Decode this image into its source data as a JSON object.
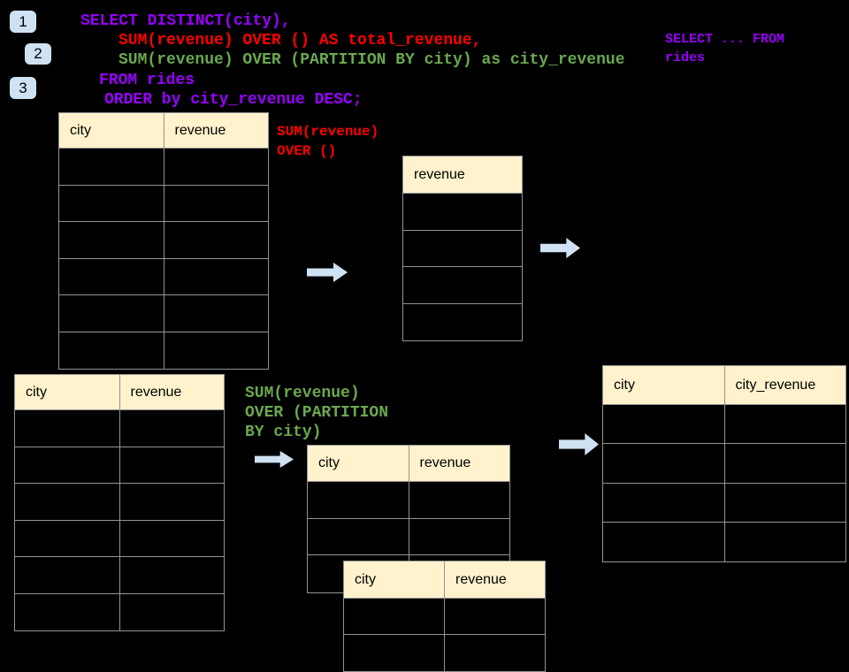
{
  "badges": [
    {
      "label": "1"
    },
    {
      "label": "2"
    },
    {
      "label": "3"
    }
  ],
  "code": {
    "lines": [
      {
        "text": "SELECT DISTINCT(city),",
        "color": "purple"
      },
      {
        "text": "SUM(revenue) OVER () AS total_revenue,",
        "color": "red"
      },
      {
        "text": "SUM(revenue) OVER (PARTITION BY city) as city_revenue",
        "color": "green"
      },
      {
        "text": "FROM rides",
        "color": "purple"
      },
      {
        "text": "ORDER by city_revenue DESC;",
        "color": "purple"
      }
    ]
  },
  "side_note": {
    "lines": [
      {
        "text": "SELECT ... FROM"
      },
      {
        "text": "rides"
      }
    ],
    "color": "purple"
  },
  "annotations": {
    "total_revenue": {
      "lines": [
        {
          "text": "SUM(revenue)"
        },
        {
          "text": "OVER ()"
        }
      ],
      "color": "red"
    },
    "partition": {
      "lines": [
        {
          "text": "SUM(revenue)"
        },
        {
          "text": "OVER (PARTITION"
        },
        {
          "text": "BY city)"
        }
      ],
      "color": "green"
    }
  },
  "tables": {
    "source_top": {
      "headers": [
        "city",
        "revenue"
      ],
      "rows": 6
    },
    "total_result": {
      "headers": [
        "revenue"
      ],
      "rows": 4
    },
    "source_bottom": {
      "headers": [
        "city",
        "revenue"
      ],
      "rows": 6
    },
    "partition_mid": {
      "headers": [
        "city",
        "revenue"
      ],
      "rows": 3
    },
    "partition_overlay": {
      "headers": [
        "city",
        "revenue"
      ],
      "rows": 2
    },
    "result_right": {
      "headers": [
        "city",
        "city_revenue"
      ],
      "rows": 4
    }
  },
  "colors": {
    "purple": "#9900ff",
    "red": "#ff0000",
    "green": "#6aa84f",
    "arrow": "#cfe2f3",
    "header_bg": "#fff2cc",
    "border": "#949494",
    "badge_bg": "#cfe2f3",
    "background": "#000000"
  }
}
